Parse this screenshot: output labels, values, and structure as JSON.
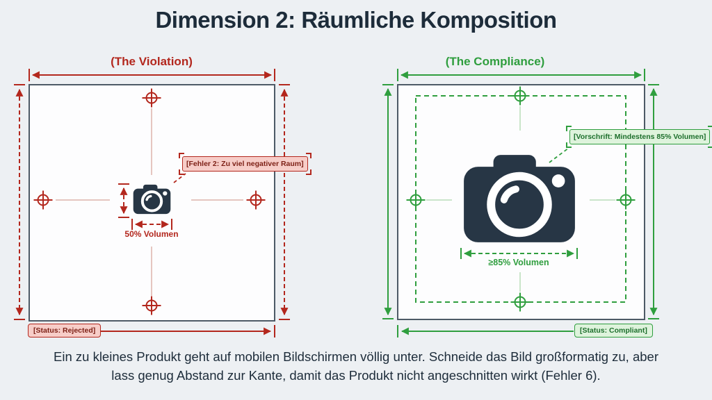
{
  "title": "Dimension 2: Räumliche Komposition",
  "colors": {
    "bg": "#edf0f3",
    "ink": "#1d2c3a",
    "red": "#b3271d",
    "red-faint": "#ddb3ac",
    "red-bg": "#f7cdc8",
    "red-text": "#7c1f15",
    "green": "#2f9e3e",
    "green-faint": "#b9ddb9",
    "green-bg": "#def3dc",
    "green-text": "#1d6f2c",
    "frame": "#4d5a66",
    "camera": "#273645",
    "panel-bg": "#fdfdfe"
  },
  "violation": {
    "heading": "(The Violation)",
    "error_label": "[Fehler 2: Zu viel negativer Raum]",
    "volume_label": "50% Volumen",
    "status_label": "[Status: Rejected]"
  },
  "compliance": {
    "heading": "(The Compliance)",
    "rule_label": "[Vorschrift: Mindestens 85% Volumen]",
    "volume_label": "≥85% Volumen",
    "status_label": "[Status: Compliant]"
  },
  "caption": {
    "line1": "Ein zu kleines Produkt geht auf mobilen Bildschirmen völlig unter. Schneide das Bild großformatig zu, aber",
    "line2": "lass genug Abstand zur Kante, damit das Produkt nicht angeschnitten wirkt (Fehler 6)."
  },
  "icons": {
    "camera": "camera-icon",
    "registration_mark": "crosshair-registration-mark"
  }
}
